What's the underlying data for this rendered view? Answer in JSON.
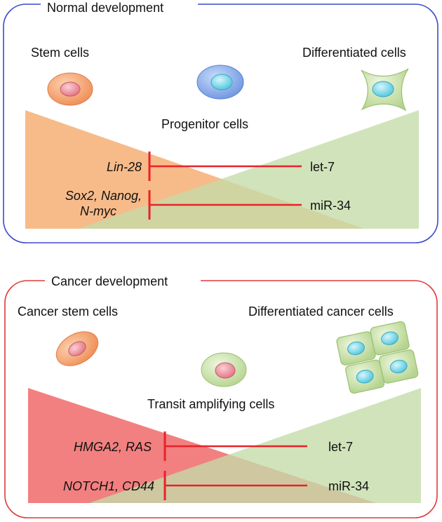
{
  "panels": {
    "normal": {
      "title": "Normal development",
      "border_color": "#3a4cc8",
      "label_stem": "Stem cells",
      "label_progenitor": "Progenitor  cells",
      "label_differentiated": "Differentiated cells",
      "target_1": "Lin-28",
      "target_2_line1": "Sox2, Nanog,",
      "target_2_line2": "N-myc",
      "mirna_1": "let-7",
      "mirna_2": "miR-34"
    },
    "cancer": {
      "title": "Cancer development",
      "border_color": "#e03a3a",
      "label_stem": "Cancer stem cells",
      "label_transit": "Transit amplifying cells",
      "label_differentiated": "Differentiated cancer cells",
      "target_1": "HMGA2, RAS",
      "target_2": "NOTCH1, CD44",
      "mirna_1": "let-7",
      "mirna_2": "miR-34"
    }
  },
  "colors": {
    "inhibition_line": "#e8222a",
    "stem_triangle_normal": "#f6b27a",
    "stem_triangle_cancer": "#f06a6a",
    "differentiation_triangle": "#c4dba8",
    "overlap": "#b7ad6c",
    "cell_orange": "#f4a87a",
    "cell_blue": "#8aaee8",
    "cell_green": "#cfe6b0",
    "nucleus_pink": "#ee8e9a",
    "nucleus_cyan": "#7fd8ea"
  },
  "icons": [
    "stem-cell-icon",
    "progenitor-cell-icon",
    "differentiated-cell-icon",
    "cancer-stem-cell-icon",
    "transit-amplifying-cell-icon",
    "differentiated-cancer-cells-icon"
  ]
}
